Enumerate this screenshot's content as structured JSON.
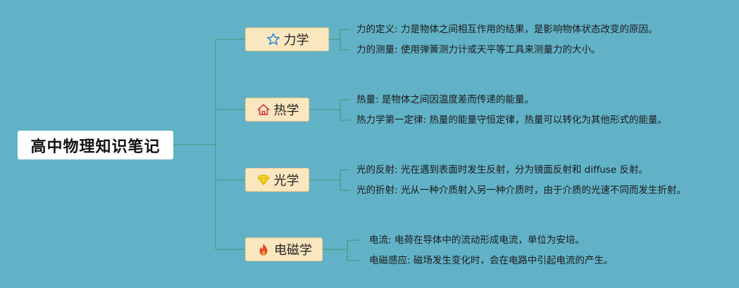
{
  "root": {
    "title": "高中物理知识笔记"
  },
  "branches": [
    {
      "topic": "力学",
      "icon": "star-icon",
      "items": [
        "力的定义: 力是物体之间相互作用的结果，是影响物体状态改变的原因。",
        "力的测量: 使用弹簧测力计或天平等工具来测量力的大小。"
      ]
    },
    {
      "topic": "热学",
      "icon": "house-icon",
      "items": [
        "热量: 是物体之间因温度差而传递的能量。",
        "热力学第一定律: 热量的能量守恒定律，热量可以转化为其他形式的能量。"
      ]
    },
    {
      "topic": "光学",
      "icon": "diamond-icon",
      "items": [
        "光的反射: 光在遇到表面时发生反射，分为镜面反射和 diffuse 反射。",
        "光的折射: 光从一种介质射入另一种介质时，由于介质的光速不同而发生折射。"
      ]
    },
    {
      "topic": "电磁学",
      "icon": "fire-icon",
      "items": [
        "电流: 电荷在导体中的流动形成电流，单位为安培。",
        "电磁感应: 磁场发生变化时，会在电路中引起电流的产生。"
      ]
    }
  ],
  "colors": {
    "background": "#62b2c7",
    "connector": "#4a9a86",
    "topic_fill": "#fbe7bf",
    "star_icon": "#2b8fd6",
    "house_icon": "#d9404a",
    "diamond_icon": "#f2c81c",
    "fire_icon": "#e8442c"
  }
}
